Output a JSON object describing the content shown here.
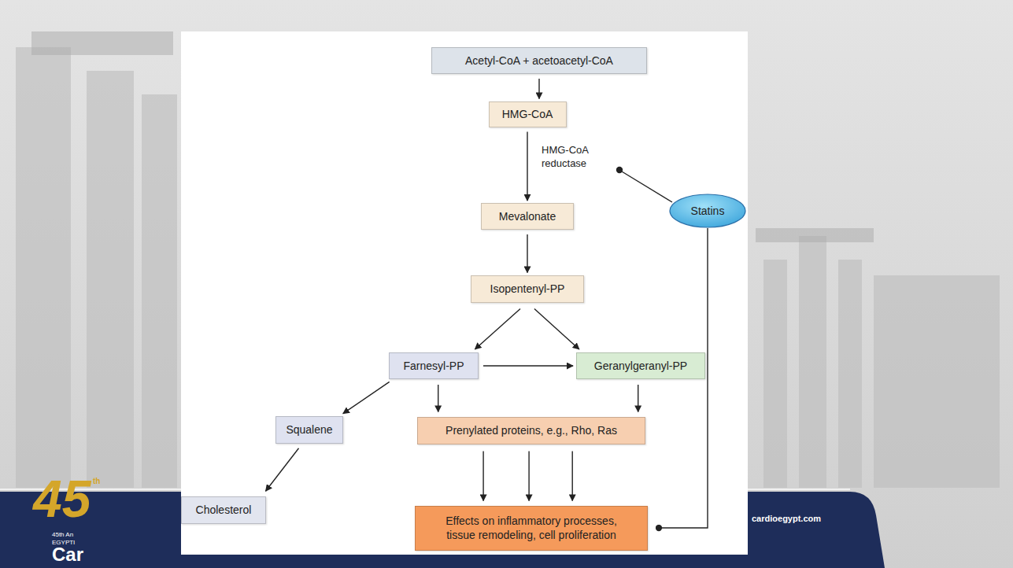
{
  "diagram": {
    "nodes": [
      {
        "text": [
          "Acetyl-CoA + acetoacetyl-CoA"
        ]
      },
      {
        "text": [
          "HMG-CoA"
        ]
      },
      {
        "text": [
          "Statins"
        ]
      },
      {
        "text": [
          "Mevalonate"
        ]
      },
      {
        "text": [
          "Isopentenyl-PP"
        ]
      },
      {
        "text": [
          "Farnesyl-PP"
        ]
      },
      {
        "text": [
          "Geranylgeranyl-PP"
        ]
      },
      {
        "text": [
          "Squalene"
        ]
      },
      {
        "text": [
          "Prenylated proteins, e.g., Rho, Ras"
        ]
      },
      {
        "text": [
          "Cholesterol"
        ]
      },
      {
        "text": [
          "Effects on inflammatory processes, tissue remodeling, cell proliferation"
        ]
      }
    ],
    "edges": [
      {
        "from": 0,
        "to": 1,
        "arrow": "to"
      },
      {
        "from": 1,
        "to": 3,
        "label": "HMG-CoA reductase",
        "arrow": "to"
      },
      {
        "from": 3,
        "to": 4,
        "arrow": "to"
      },
      {
        "from": 4,
        "to": 5,
        "arrow": "to"
      },
      {
        "from": 4,
        "to": 6,
        "arrow": "to"
      },
      {
        "from": 5,
        "to": 6,
        "arrow": "to"
      },
      {
        "from": 5,
        "to": 7,
        "arrow": "to"
      },
      {
        "from": 5,
        "to": 8,
        "arrow": "to"
      },
      {
        "from": 6,
        "to": 8,
        "arrow": "to"
      },
      {
        "from": 7,
        "to": 9,
        "arrow": "to"
      },
      {
        "from": 8,
        "to": 10,
        "arrow": "to"
      },
      {
        "from": 8,
        "to": 10,
        "arrow": "to"
      },
      {
        "from": 8,
        "to": 10,
        "arrow": "to"
      },
      {
        "from": 2,
        "to": 10,
        "arrow": "to"
      }
    ],
    "labels": [
      "45",
      "th",
      "45th An",
      "EGYPTI",
      "Car",
      "cardioegypt.com"
    ]
  }
}
